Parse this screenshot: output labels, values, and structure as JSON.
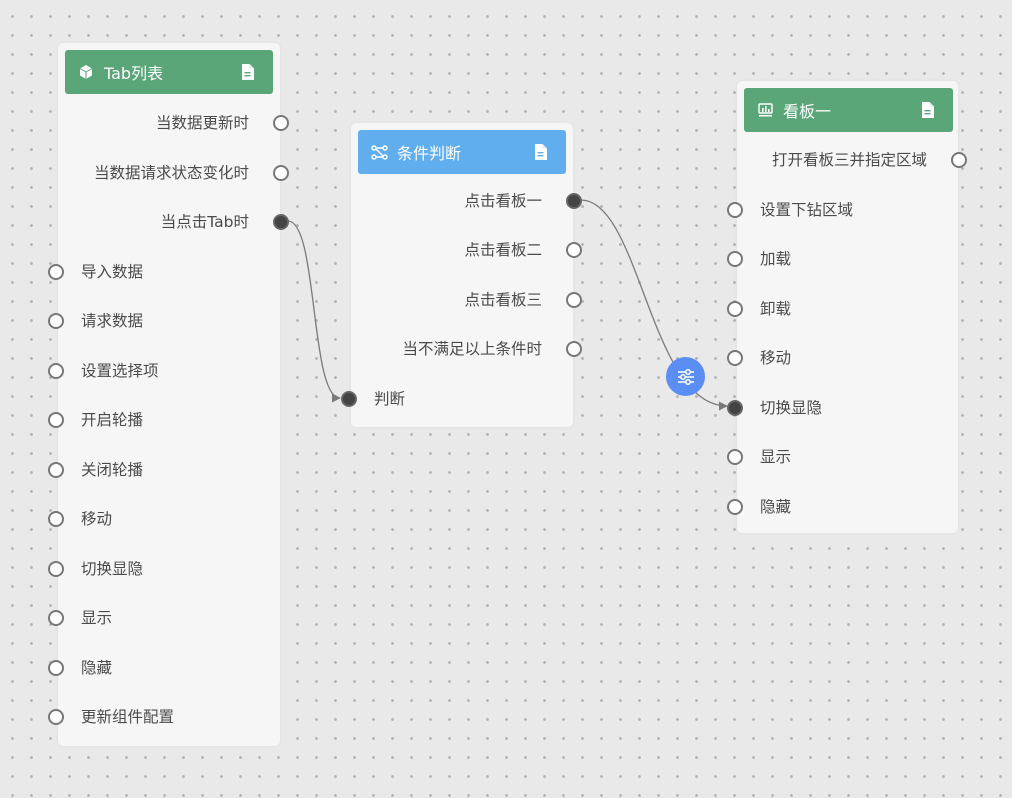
{
  "colors": {
    "green_header": "#5aa678",
    "blue_header": "#61aeef",
    "filter_button": "#5b8ef3",
    "wire": "#7a7a7a"
  },
  "nodes": {
    "tab_list": {
      "title": "Tab列表",
      "icon": "cube-icon",
      "outputs": [
        "当数据更新时",
        "当数据请求状态变化时",
        "当点击Tab时"
      ],
      "inputs": [
        "导入数据",
        "请求数据",
        "设置选择项",
        "开启轮播",
        "关闭轮播",
        "移动",
        "切换显隐",
        "显示",
        "隐藏",
        "更新组件配置"
      ]
    },
    "condition": {
      "title": "条件判断",
      "icon": "branch-icon",
      "outputs": [
        "点击看板一",
        "点击看板二",
        "点击看板三",
        "当不满足以上条件时"
      ],
      "inputs": [
        "判断"
      ]
    },
    "board_one": {
      "title": "看板一",
      "icon": "chart-icon",
      "outputs": [
        "打开看板三并指定区域"
      ],
      "inputs": [
        "设置下钻区域",
        "加载",
        "卸载",
        "移动",
        "切换显隐",
        "显示",
        "隐藏"
      ]
    }
  },
  "connections": [
    {
      "from": "当点击Tab时",
      "to": "判断"
    },
    {
      "from": "点击看板一",
      "to": "切换显隐"
    }
  ]
}
